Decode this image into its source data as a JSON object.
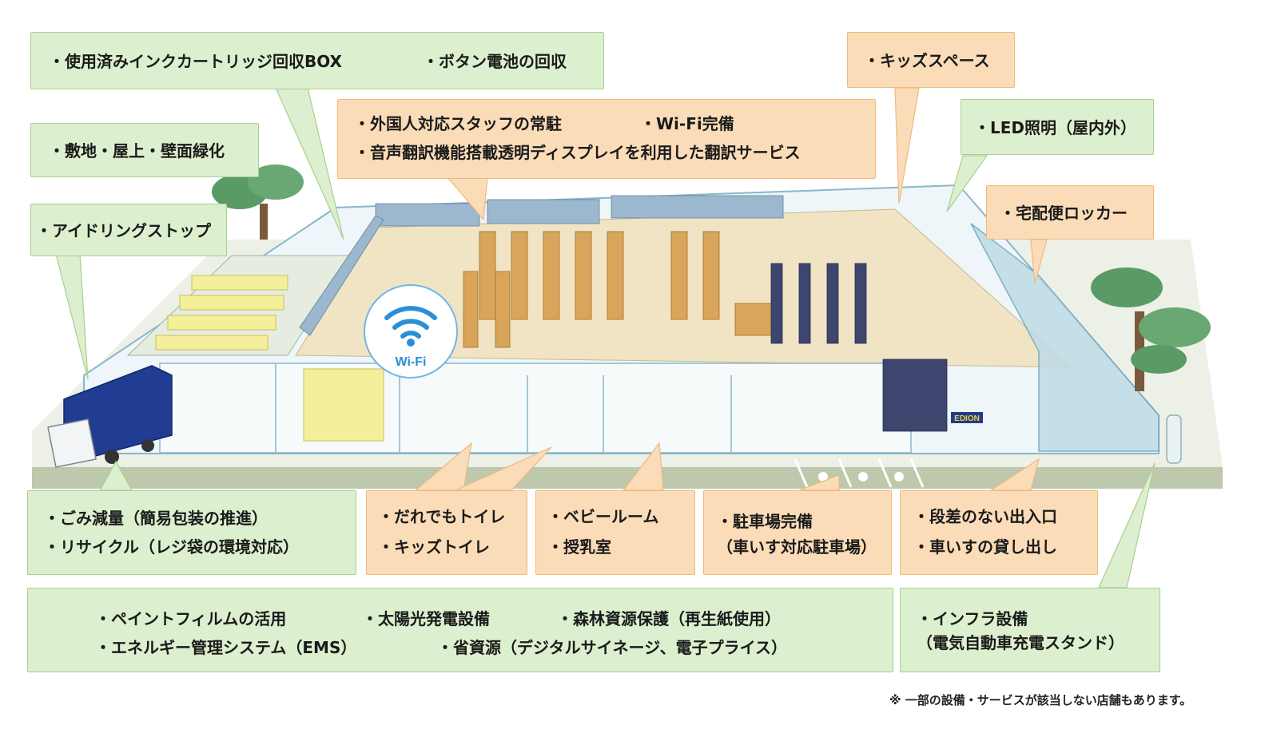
{
  "callouts": {
    "ink": {
      "item1": "・使用済みインクカートリッジ回収BOX",
      "item2": "・ボタン電池の回収"
    },
    "greening": {
      "item1": "・敷地・屋上・壁面緑化"
    },
    "idling": {
      "item1": "・アイドリングストップ"
    },
    "foreign": {
      "item1": "・外国人対応スタッフの常駐",
      "item2": "・Wi-Fi完備",
      "item3": "・音声翻訳機能搭載透明ディスプレイを利用した翻訳サービス"
    },
    "kids_space": {
      "item1": "・キッズスペース"
    },
    "led": {
      "item1": "・LED照明（屋内外）"
    },
    "locker": {
      "item1": "・宅配便ロッカー"
    },
    "waste": {
      "item1": "・ごみ減量（簡易包装の推進）",
      "item2": "・リサイクル（レジ袋の環境対応）"
    },
    "toilet": {
      "item1": "・だれでもトイレ",
      "item2": "・キッズトイレ"
    },
    "baby": {
      "item1": "・ベビールーム",
      "item2": "・授乳室"
    },
    "parking": {
      "item1": "・駐車場完備",
      "item2": "（車いす対応駐車場）"
    },
    "entrance": {
      "item1": "・段差のない出入口",
      "item2": "・車いすの貸し出し"
    },
    "eco": {
      "item1": "・ペイントフィルムの活用",
      "item2": "・太陽光発電設備",
      "item3": "・森林資源保護（再生紙使用）",
      "item4": "・エネルギー管理システム（EMS）",
      "item5": "・省資源（デジタルサイネージ、電子プライス）"
    },
    "infra": {
      "item1": "・インフラ設備",
      "item2": "（電気自動車充電スタンド）"
    }
  },
  "wifi_badge": "Wi-Fi",
  "store_sign": "EDION",
  "footnote": "※ 一部の設備・サービスが該当しない店舗もあります。",
  "colors": {
    "green_fill": "#dcefcf",
    "green_border": "#a9cf8e",
    "orange_fill": "#fbdcb8",
    "orange_border": "#eeb97f",
    "wifi_blue": "#2a8fd6",
    "truck_blue": "#1f3b8f",
    "floor": "#f1e4c4",
    "ground": "#b9c6a8"
  },
  "icons": [
    "wifi-icon",
    "wheelchair-icon",
    "truck-icon",
    "tree-icon",
    "ev-charger-icon"
  ]
}
